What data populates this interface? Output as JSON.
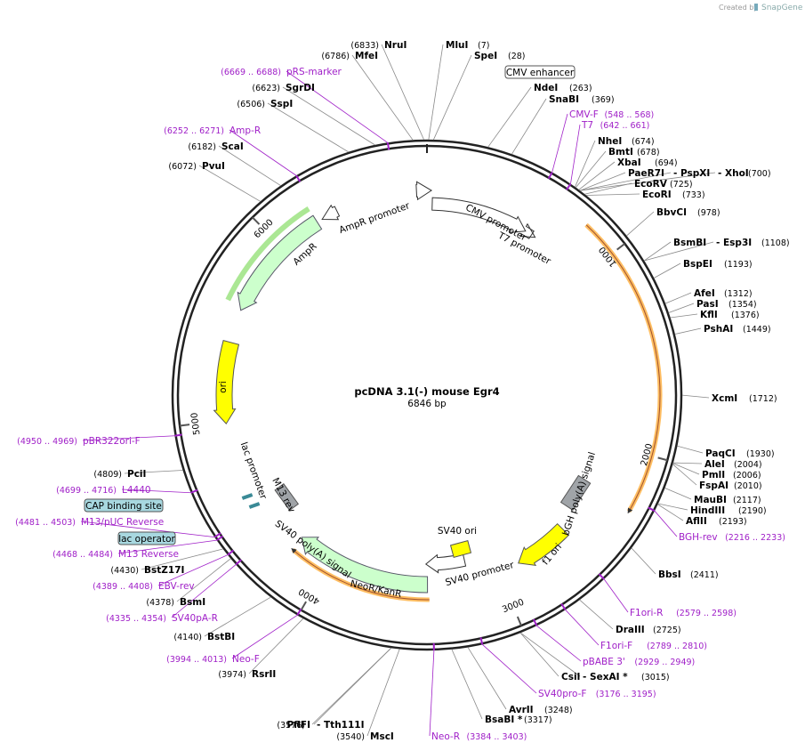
{
  "credit": {
    "prefix": "Created by",
    "brand": "SnapGene"
  },
  "plasmid": {
    "name": "pcDNA 3.1(-) mouse Egr4",
    "length_label": "6846 bp",
    "length": 6846
  },
  "ruler_labels": [
    "1000",
    "2000",
    "3000",
    "4000",
    "5000",
    "6000"
  ],
  "features": [
    {
      "id": "cmv-promoter",
      "label": "CMV promoter"
    },
    {
      "id": "t7-promoter",
      "label": "T7 promoter"
    },
    {
      "id": "ampr-promoter",
      "label": "AmpR promoter"
    },
    {
      "id": "ampr",
      "label": "AmpR"
    },
    {
      "id": "ori",
      "label": "ori"
    },
    {
      "id": "lac-promoter",
      "label": "lac promoter"
    },
    {
      "id": "m13-rev",
      "label": "M13 rev"
    },
    {
      "id": "sv40-polya",
      "label": "SV40 poly(A) signal"
    },
    {
      "id": "neor-kanr",
      "label": "NeoR/KanR"
    },
    {
      "id": "sv40-promoter",
      "label": "SV40 promoter"
    },
    {
      "id": "sv40-ori",
      "label": "SV40 ori"
    },
    {
      "id": "f1-ori",
      "label": "f1 ori"
    },
    {
      "id": "bgh-polya",
      "label": "bGH poly(A) signal"
    }
  ],
  "boxed_labels": [
    {
      "id": "cmv-enhancer",
      "label": "CMV enhancer"
    },
    {
      "id": "cap-binding-site",
      "label": "CAP binding site"
    },
    {
      "id": "lac-operator",
      "label": "lac operator"
    }
  ],
  "sites": [
    {
      "id": "nrui",
      "name": "NruI",
      "pos": "(6833)"
    },
    {
      "id": "mfei",
      "name": "MfeI",
      "pos": "(6786)"
    },
    {
      "id": "mlui",
      "name": "MluI",
      "pos": "(7)"
    },
    {
      "id": "spei",
      "name": "SpeI",
      "pos": "(28)"
    },
    {
      "id": "sgrdi",
      "name": "SgrDI",
      "pos": "(6623)"
    },
    {
      "id": "sspi",
      "name": "SspI",
      "pos": "(6506)"
    },
    {
      "id": "ndei",
      "name": "NdeI",
      "pos": "(263)"
    },
    {
      "id": "snabi",
      "name": "SnaBI",
      "pos": "(369)"
    },
    {
      "id": "scai",
      "name": "ScaI",
      "pos": "(6182)"
    },
    {
      "id": "pvui",
      "name": "PvuI",
      "pos": "(6072)"
    },
    {
      "id": "nhei",
      "name": "NheI",
      "pos": "(674)"
    },
    {
      "id": "bmti",
      "name": "BmtI",
      "pos": "(678)"
    },
    {
      "id": "xbai",
      "name": "XbaI",
      "pos": "(694)"
    },
    {
      "id": "paer7i",
      "name": "PaeR7I",
      "pos": ""
    },
    {
      "id": "pspxi",
      "name": "- PspXI",
      "pos": ""
    },
    {
      "id": "xhoi",
      "name": "- XhoI",
      "pos": "(700)"
    },
    {
      "id": "ecorv",
      "name": "EcoRV",
      "pos": "(725)"
    },
    {
      "id": "ecori",
      "name": "EcoRI",
      "pos": "(733)"
    },
    {
      "id": "bbvci",
      "name": "BbvCI",
      "pos": "(978)"
    },
    {
      "id": "bsmbi",
      "name": "BsmBI",
      "pos": ""
    },
    {
      "id": "esp3i",
      "name": "- Esp3I",
      "pos": "(1108)"
    },
    {
      "id": "bspei",
      "name": "BspEI",
      "pos": "(1193)"
    },
    {
      "id": "afei",
      "name": "AfeI",
      "pos": "(1312)"
    },
    {
      "id": "pasi",
      "name": "PasI",
      "pos": "(1354)"
    },
    {
      "id": "kfli",
      "name": "KflI",
      "pos": "(1376)"
    },
    {
      "id": "pshai",
      "name": "PshAI",
      "pos": "(1449)"
    },
    {
      "id": "xcmi",
      "name": "XcmI",
      "pos": "(1712)"
    },
    {
      "id": "paqci",
      "name": "PaqCI",
      "pos": "(1930)"
    },
    {
      "id": "alei",
      "name": "AleI",
      "pos": "(2004)"
    },
    {
      "id": "pmli",
      "name": "PmlI",
      "pos": "(2006)"
    },
    {
      "id": "fspai",
      "name": "FspAI",
      "pos": "(2010)"
    },
    {
      "id": "maubi",
      "name": "MauBI",
      "pos": "(2117)"
    },
    {
      "id": "hindiii",
      "name": "HindIII",
      "pos": "(2190)"
    },
    {
      "id": "aflii",
      "name": "AflII",
      "pos": "(2193)"
    },
    {
      "id": "bbsi",
      "name": "BbsI",
      "pos": "(2411)"
    },
    {
      "id": "draiii",
      "name": "DraIII",
      "pos": "(2725)"
    },
    {
      "id": "csii",
      "name": "CsiI",
      "pos": ""
    },
    {
      "id": "sexai",
      "name": "- SexAI *",
      "pos": "(3015)"
    },
    {
      "id": "avrii",
      "name": "AvrII",
      "pos": "(3248)"
    },
    {
      "id": "bsabi",
      "name": "BsaBI *",
      "pos": "(3317)"
    },
    {
      "id": "psifi",
      "name": "PflFI",
      "pos": "(3576)"
    },
    {
      "id": "tth111i",
      "name": "- Tth111I",
      "pos": ""
    },
    {
      "id": "msci",
      "name": "MscI",
      "pos": "(3540)"
    },
    {
      "id": "rsrii",
      "name": "RsrII",
      "pos": "(3974)"
    },
    {
      "id": "bstbi",
      "name": "BstBI",
      "pos": "(4140)"
    },
    {
      "id": "bsmi",
      "name": "BsmI",
      "pos": "(4378)"
    },
    {
      "id": "bstz17i",
      "name": "BstZ17I",
      "pos": "(4430)"
    },
    {
      "id": "pcii",
      "name": "PciI",
      "pos": "(4809)"
    }
  ],
  "primers": [
    {
      "id": "prs-marker",
      "name": "pRS-marker",
      "range": "(6669 .. 6688)"
    },
    {
      "id": "amp-r",
      "name": "Amp-R",
      "range": "(6252 .. 6271)"
    },
    {
      "id": "cmv-f",
      "name": "CMV-F",
      "range": "(548 .. 568)"
    },
    {
      "id": "t7",
      "name": "T7",
      "range": "(642 .. 661)"
    },
    {
      "id": "pbr322ori-f",
      "name": "pBR322ori-F",
      "range": "(4950 .. 4969)"
    },
    {
      "id": "l4440",
      "name": "L4440",
      "range": "(4699 .. 4716)"
    },
    {
      "id": "m13-puc-reverse",
      "name": "M13/pUC Reverse",
      "range": "(4481 .. 4503)"
    },
    {
      "id": "m13-reverse",
      "name": "M13 Reverse",
      "range": "(4468 .. 4484)"
    },
    {
      "id": "ebv-rev",
      "name": "EBV-rev",
      "range": "(4389 .. 4408)"
    },
    {
      "id": "sv40pa-r",
      "name": "SV40pA-R",
      "range": "(4335 .. 4354)"
    },
    {
      "id": "neo-f",
      "name": "Neo-F",
      "range": "(3994 .. 4013)"
    },
    {
      "id": "neo-r",
      "name": "Neo-R",
      "range": "(3384 .. 3403)"
    },
    {
      "id": "sv40pro-f",
      "name": "SV40pro-F",
      "range": "(3176 .. 3195)"
    },
    {
      "id": "pbabe-3",
      "name": "pBABE 3'",
      "range": "(2929 .. 2949)"
    },
    {
      "id": "f1ori-f",
      "name": "F1ori-F",
      "range": "(2789 .. 2810)"
    },
    {
      "id": "f1ori-r",
      "name": "F1ori-R",
      "range": "(2579 .. 2598)"
    },
    {
      "id": "bgh-rev",
      "name": "BGH-rev",
      "range": "(2216 .. 2233)"
    }
  ],
  "colors": {
    "backbone": "#222222",
    "primer": "#a020c8",
    "ori": "#ffff00",
    "resistance": "#ccffcc",
    "orf_highlight": "#ffb347",
    "gray_feature": "#a0a4a8",
    "boxed_regulatory": "#a8d8e0",
    "ruler_marker": "#555555"
  }
}
